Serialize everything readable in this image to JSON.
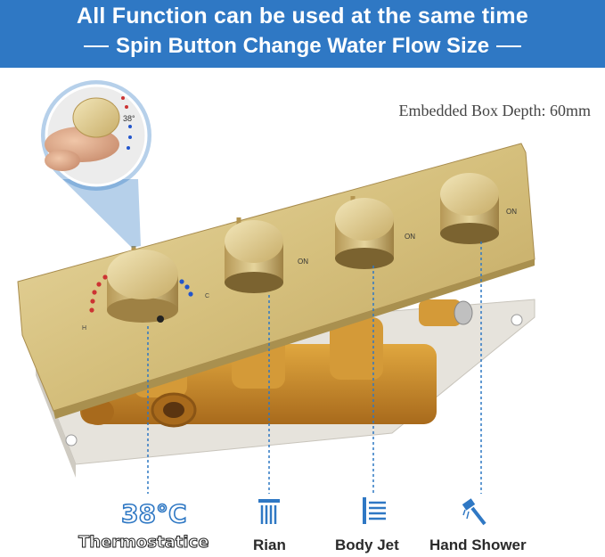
{
  "banner": {
    "line1": "All Function can be used at the same time",
    "line2": "Spin Button Change Water Flow Size"
  },
  "product": {
    "depth_label": "Embedded Box Depth: 60mm",
    "plate_marks": {
      "hot": "H",
      "cold": "C",
      "on": "ON",
      "zoom_temp": "38°"
    },
    "colors": {
      "brass": "#d4bd78",
      "accent": "#2f78c4",
      "hot": "#cc3333",
      "cold": "#2255cc"
    }
  },
  "functions": [
    {
      "label": "38°C",
      "sub": "Thermostatice",
      "icon": "thermometer-text"
    },
    {
      "label": "Rian",
      "icon": "rain-shower-icon"
    },
    {
      "label": "Body Jet",
      "icon": "body-jet-icon"
    },
    {
      "label": "Hand Shower",
      "icon": "hand-shower-icon"
    }
  ]
}
